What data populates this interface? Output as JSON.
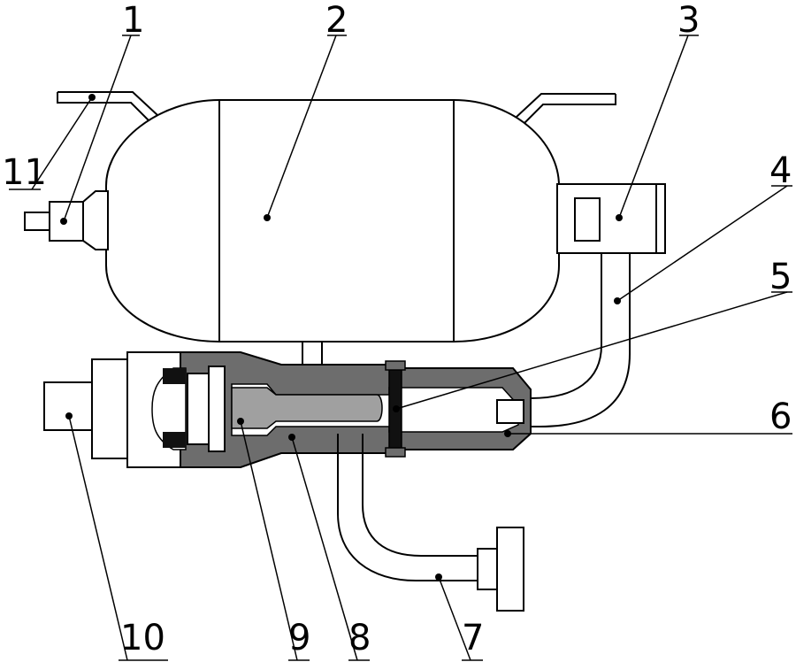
{
  "labels": {
    "l1": "1",
    "l2": "2",
    "l3": "3",
    "l4": "4",
    "l5": "5",
    "l6": "6",
    "l7": "7",
    "l8": "8",
    "l9": "9",
    "l10": "10",
    "l11": "11"
  },
  "colors": {
    "line": "#000000",
    "background": "#ffffff",
    "housing_dark_gray": "#6d6d6d",
    "piston_light_gray": "#a0a0a0",
    "seal_black": "#111111"
  }
}
